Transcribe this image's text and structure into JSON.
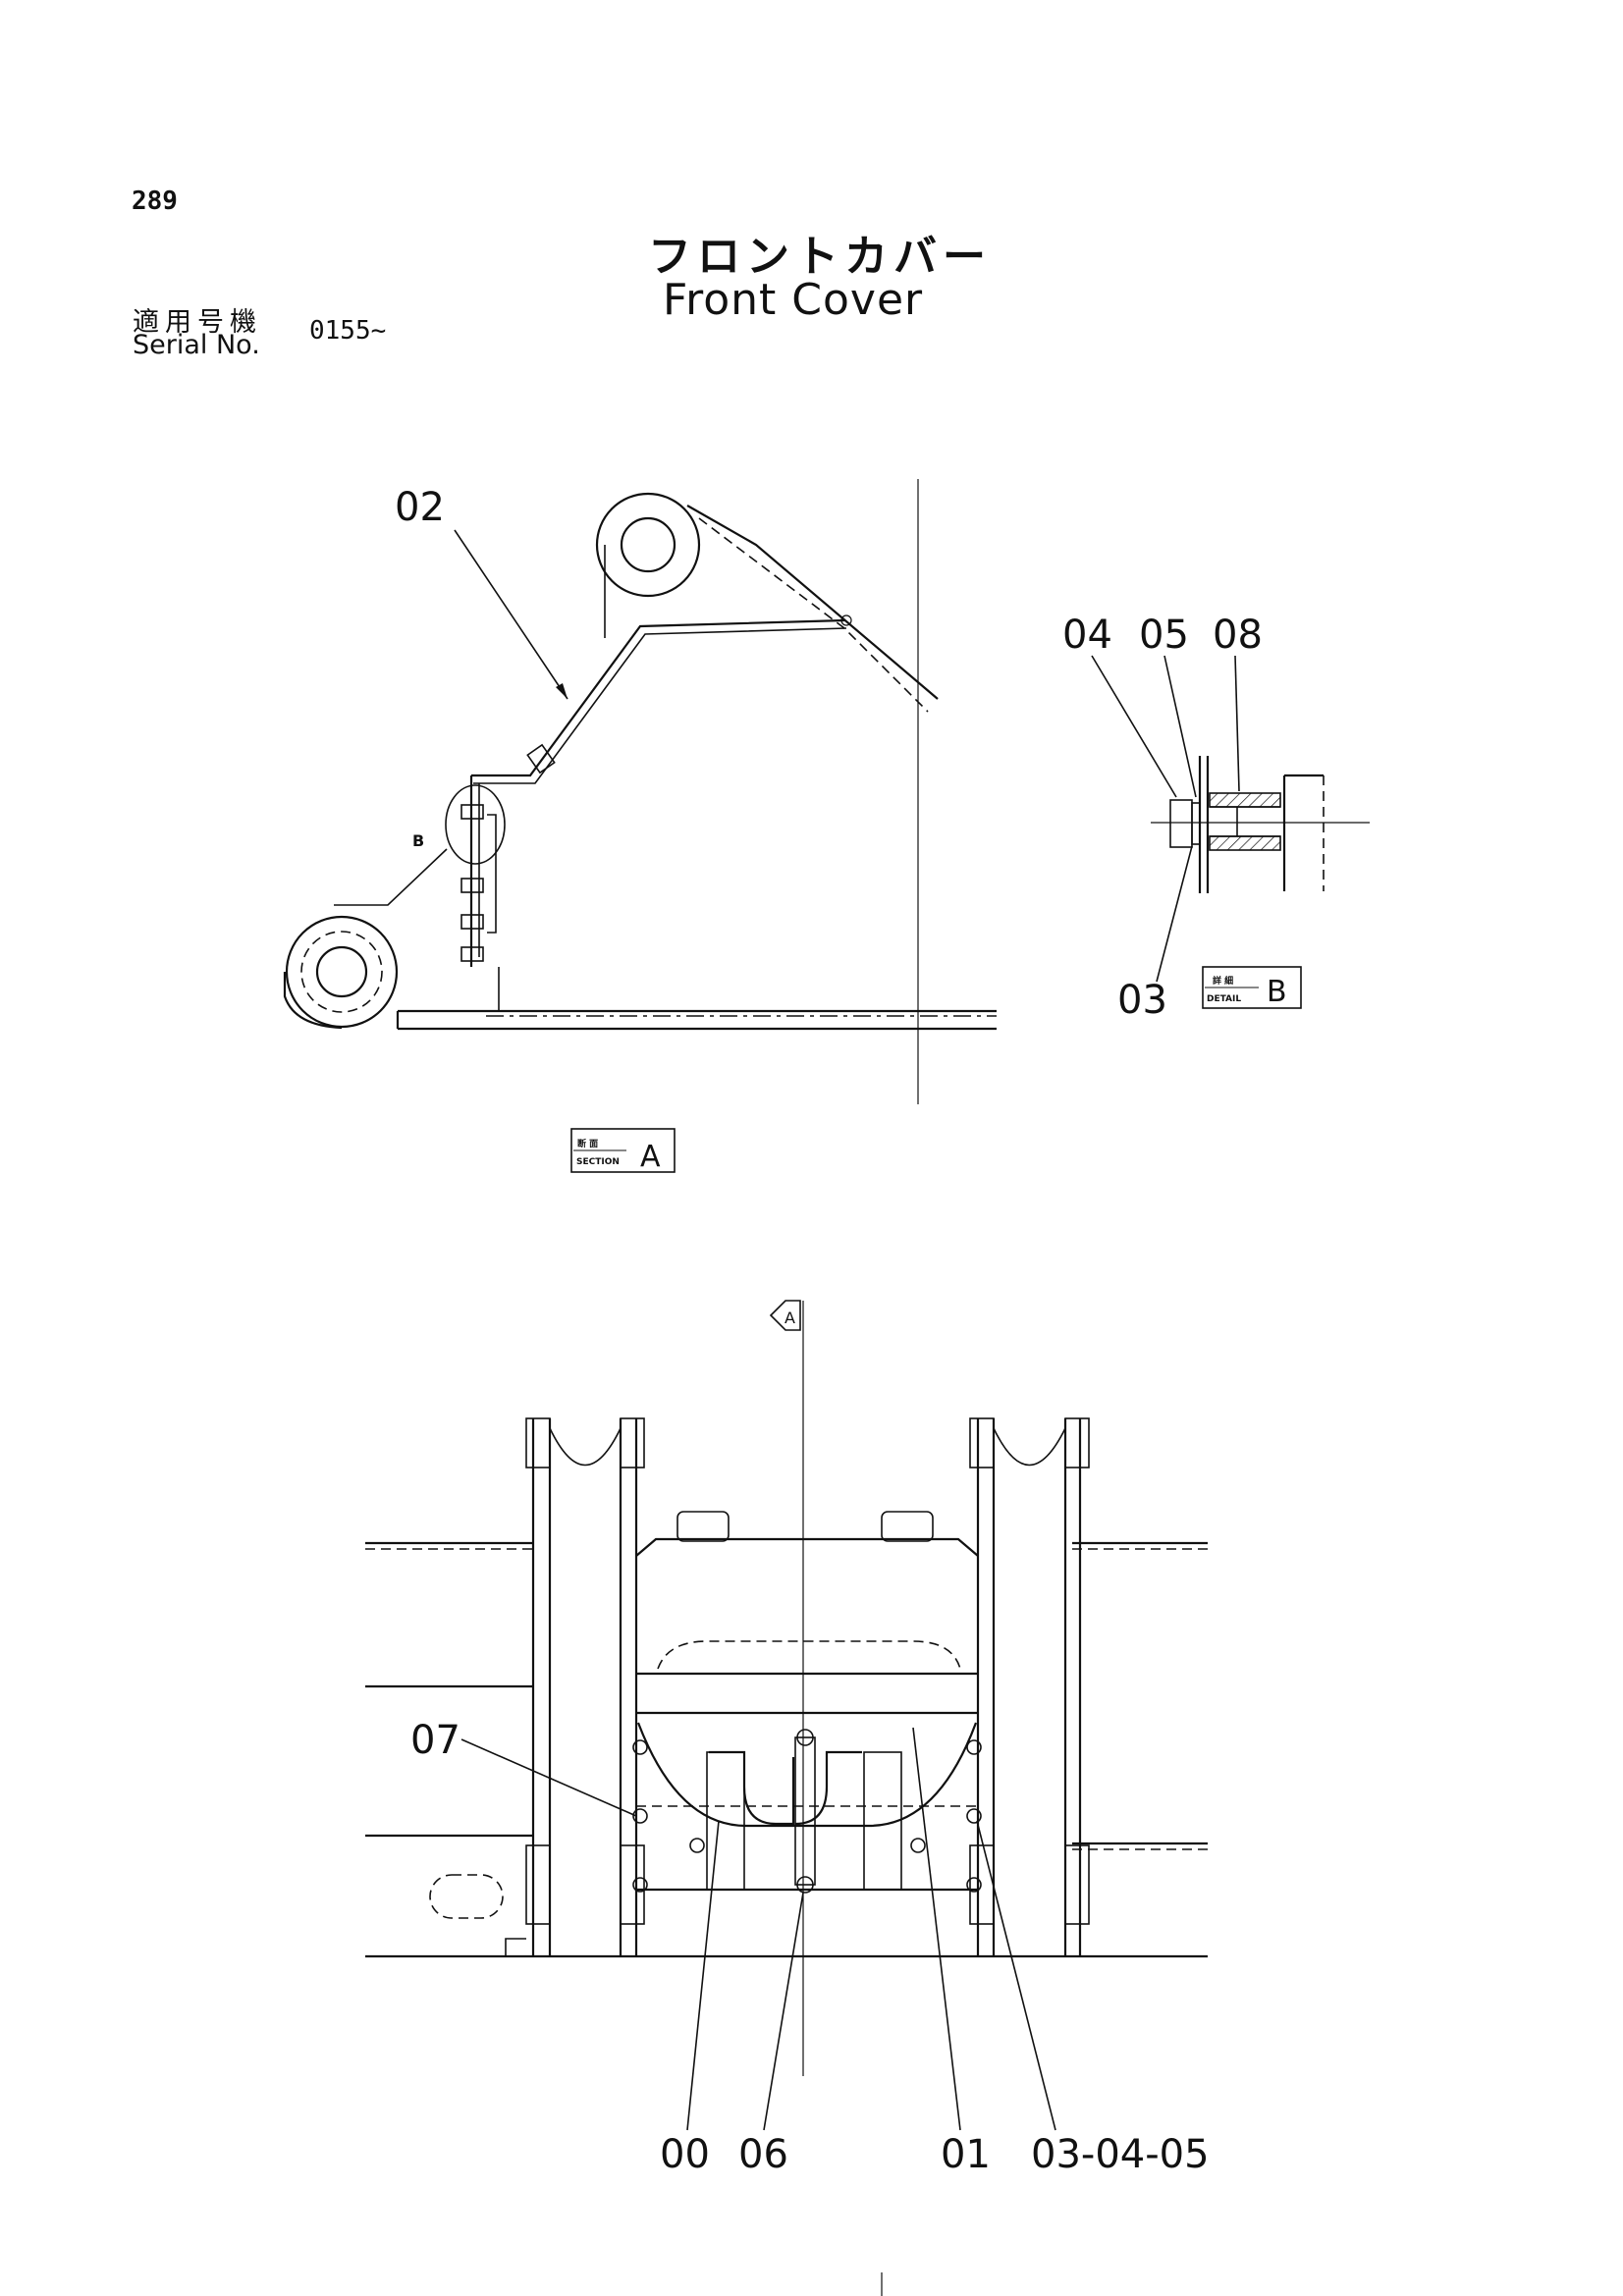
{
  "page_number": "289",
  "title_jp": "フロントカバー",
  "title_en": "Front Cover",
  "serial_label_jp": "適用号機",
  "serial_label_en": "Serial No.",
  "serial_value": "0155~",
  "section_view": {
    "callouts": {
      "c02": "02",
      "cB": "B"
    },
    "tag": {
      "jp": "断 面",
      "en": "SECTION",
      "letter": "A"
    }
  },
  "detail_view": {
    "callouts": {
      "c04": "04",
      "c05": "05",
      "c08": "08",
      "c03": "03"
    },
    "tag": {
      "jp": "詳 細",
      "en": "DETAIL",
      "letter": "B"
    }
  },
  "plan_view": {
    "section_marker": "A",
    "callouts": {
      "c07": "07",
      "c00": "00",
      "c06": "06",
      "c01": "01",
      "c030405": "03-04-05"
    }
  }
}
